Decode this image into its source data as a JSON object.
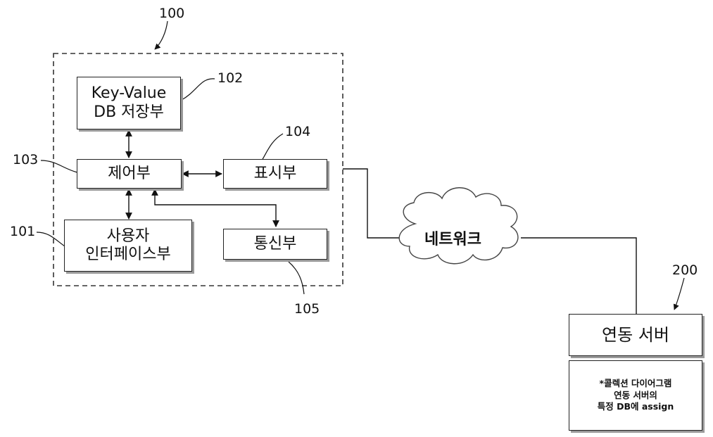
{
  "refs": {
    "device": "100",
    "kv_db": "102",
    "control": "103",
    "display": "104",
    "ui": "101",
    "comm": "105",
    "server": "200"
  },
  "blocks": {
    "kv_db": {
      "line1": "Key-Value",
      "line2": "DB 저장부"
    },
    "control": "제어부",
    "display": "표시부",
    "ui": {
      "line1": "사용자",
      "line2": "인터페이스부"
    },
    "comm": "통신부"
  },
  "network": {
    "label": "네트워크"
  },
  "server": {
    "label": "연동 서버",
    "note": [
      "*콜렉션 다이어그램",
      "연동 서버의",
      "특정 DB에 assign"
    ]
  }
}
